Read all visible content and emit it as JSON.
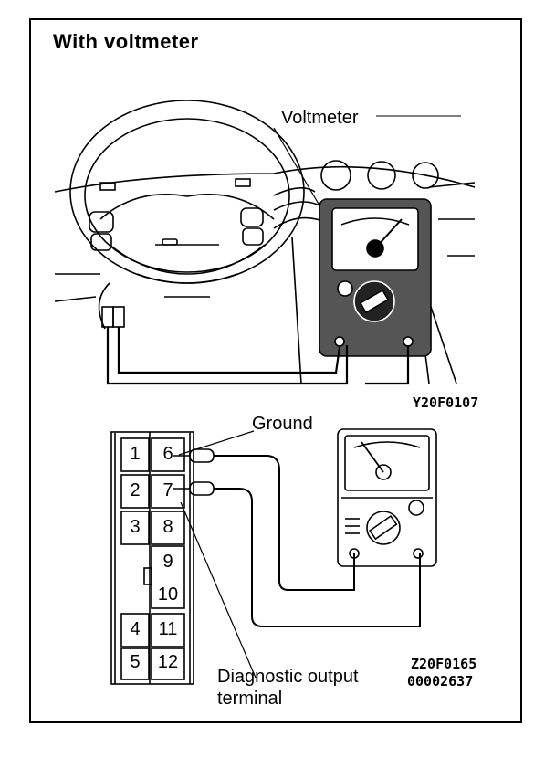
{
  "title": "With voltmeter",
  "voltmeter_label": "Voltmeter",
  "figure_code_top": "Y20F0107",
  "ground_label": "Ground",
  "diagnostic_label_line1": "Diagnostic output",
  "diagnostic_label_line2": "terminal",
  "figure_code_bottom": "Z20F0165",
  "document_code": "00002637",
  "connector_pins": [
    "1",
    "6",
    "2",
    "7",
    "3",
    "8",
    "9",
    "10",
    "4",
    "11",
    "5",
    "12"
  ],
  "icons": [
    "steering-wheel-icon",
    "dashboard-icon",
    "voltmeter-icon",
    "connector-icon"
  ]
}
